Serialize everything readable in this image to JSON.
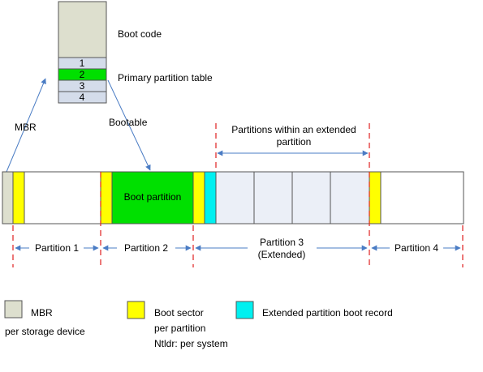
{
  "mbr_block": {
    "boot_code_label": "Boot code",
    "entries": [
      "1",
      "2",
      "3",
      "4"
    ],
    "active_entry": "2",
    "partition_table_label": "Primary partition table"
  },
  "arrows": {
    "mbr_label": "MBR",
    "bootable_label": "Bootable"
  },
  "extended_span": {
    "label_line1": "Partitions within an extended",
    "label_line2": "partition"
  },
  "disk": {
    "boot_partition_label": "Boot partition"
  },
  "partitions": [
    {
      "label": "Partition 1"
    },
    {
      "label": "Partition 2"
    },
    {
      "label_line1": "Partition 3",
      "label_line2": "(Extended)"
    },
    {
      "label": "Partition 4"
    }
  ],
  "legend": {
    "mbr_label": "MBR",
    "mbr_sublabel": "per storage device",
    "boot_sector_label": "Boot sector",
    "boot_sector_sublabel": "per partition",
    "ntldr_label": "Ntldr: per system",
    "ebr_label": "Extended partition boot record"
  },
  "colors": {
    "mbr": "#DDDFCE",
    "boot_sector": "#FFFF00",
    "boot_partition": "#00E000",
    "ebr": "#00F0F0",
    "logical_partition": "#EBEFF7",
    "table_entry": "#D4DCEA",
    "guide_line": "#E02020",
    "arrow": "#4A7CC4"
  }
}
